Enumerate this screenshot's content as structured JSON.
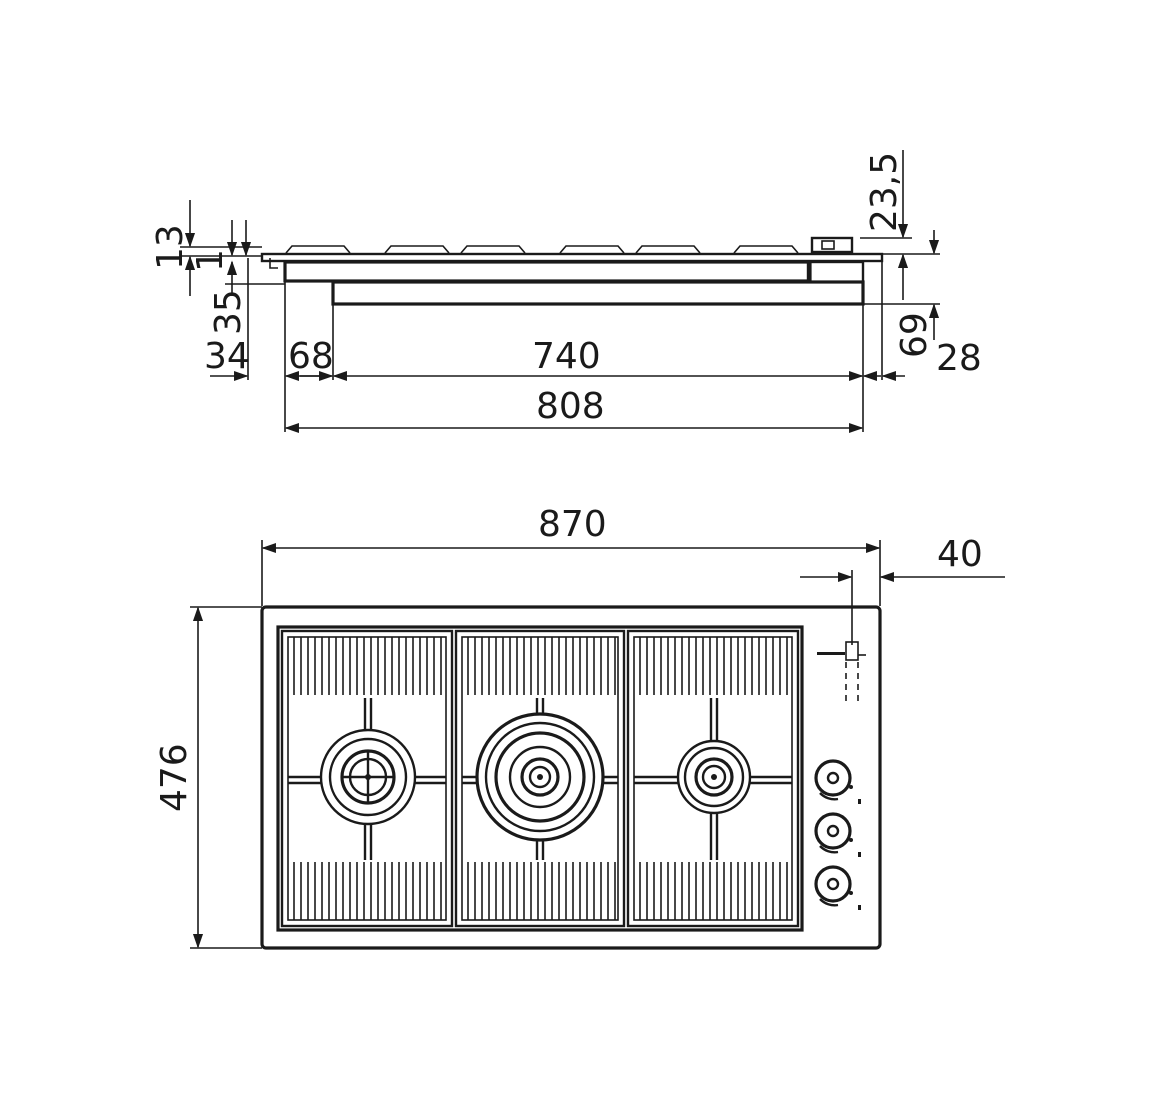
{
  "side_view": {
    "dims": {
      "d13": "13",
      "d1": "1",
      "d35": "35",
      "d34": "34",
      "d68": "68",
      "d740": "740",
      "d808": "808",
      "d23_5": "23,5",
      "d69": "69",
      "d28": "28"
    }
  },
  "top_view": {
    "dims": {
      "width": "870",
      "offset": "40",
      "depth": "476"
    },
    "burners": [
      {
        "id": "left",
        "type": "semi-rapid"
      },
      {
        "id": "center",
        "type": "triple-ring"
      },
      {
        "id": "right",
        "type": "auxiliary"
      }
    ],
    "knobs": [
      {
        "id": "knob-1"
      },
      {
        "id": "knob-2"
      },
      {
        "id": "knob-3"
      }
    ]
  },
  "colors": {
    "stroke": "#1a1a1a",
    "background": "#ffffff"
  }
}
